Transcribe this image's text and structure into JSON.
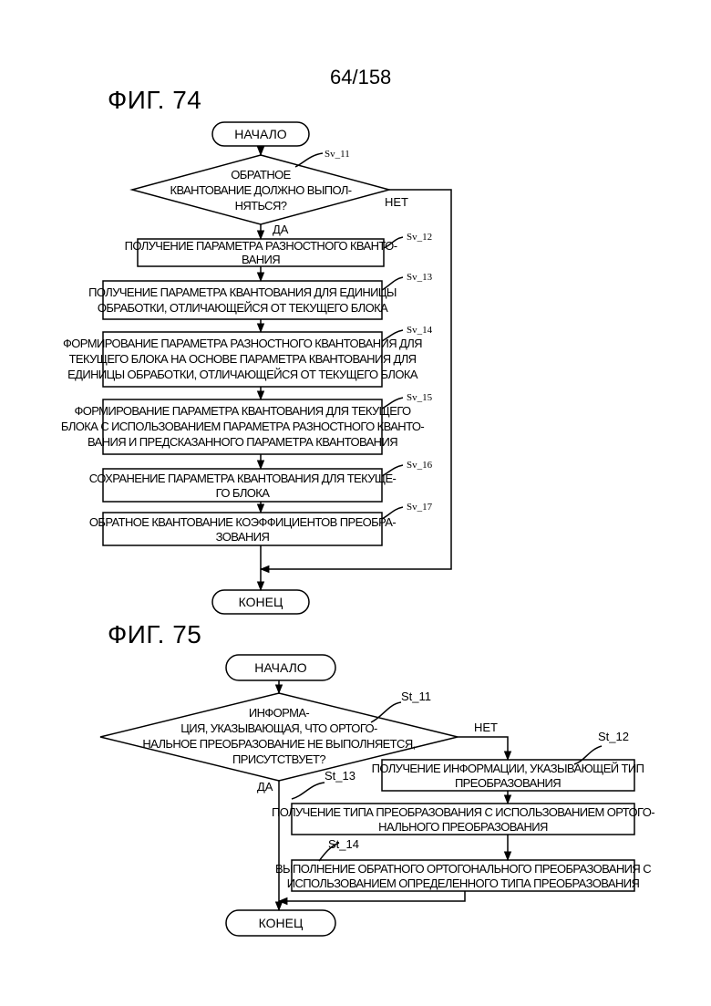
{
  "page_number": "64/158",
  "fig74": {
    "title": "ФИГ. 74",
    "start": "НАЧАЛО",
    "end": "КОНЕЦ",
    "decision": {
      "step": "Sv_11",
      "lines": [
        "ОБРАТНОЕ",
        "КВАНТОВАНИЕ ДОЛЖНО ВЫПОЛ-",
        "НЯТЬСЯ?"
      ],
      "yes": "ДА",
      "no": "НЕТ"
    },
    "steps": [
      {
        "step": "Sv_12",
        "lines": [
          "ПОЛУЧЕНИЕ ПАРАМЕТРА РАЗНОСТНОГО КВАНТО-",
          "ВАНИЯ"
        ]
      },
      {
        "step": "Sv_13",
        "lines": [
          "ПОЛУЧЕНИЕ ПАРАМЕТРА КВАНТОВАНИЯ ДЛЯ ЕДИНИЦЫ",
          "ОБРАБОТКИ, ОТЛИЧАЮЩЕЙСЯ ОТ ТЕКУЩЕГО БЛОКА"
        ]
      },
      {
        "step": "Sv_14",
        "lines": [
          "ФОРМИРОВАНИЕ ПАРАМЕТРА РАЗНОСТНОГО КВАНТОВАНИЯ ДЛЯ",
          "ТЕКУЩЕГО БЛОКА НА ОСНОВЕ ПАРАМЕТРА КВАНТОВАНИЯ ДЛЯ",
          "ЕДИНИЦЫ ОБРАБОТКИ, ОТЛИЧАЮЩЕЙСЯ ОТ ТЕКУЩЕГО БЛОКА"
        ]
      },
      {
        "step": "Sv_15",
        "lines": [
          "ФОРМИРОВАНИЕ ПАРАМЕТРА КВАНТОВАНИЯ ДЛЯ ТЕКУЩЕГО",
          "БЛОКА С ИСПОЛЬЗОВАНИЕМ ПАРАМЕТРА РАЗНОСТНОГО КВАНТО-",
          "ВАНИЯ И ПРЕДСКАЗАННОГО ПАРАМЕТРА КВАНТОВАНИЯ"
        ]
      },
      {
        "step": "Sv_16",
        "lines": [
          "СОХРАНЕНИЕ ПАРАМЕТРА КВАНТОВАНИЯ ДЛЯ ТЕКУЩЕ-",
          "ГО БЛОКА"
        ]
      },
      {
        "step": "Sv_17",
        "lines": [
          "ОБРАТНОЕ КВАНТОВАНИЕ КОЭФФИЦИЕНТОВ ПРЕОБРА-",
          "ЗОВАНИЯ"
        ]
      }
    ]
  },
  "fig75": {
    "title": "ФИГ. 75",
    "start": "НАЧАЛО",
    "end": "КОНЕЦ",
    "decision": {
      "step": "St_11",
      "lines": [
        "ИНФОРМА-",
        "ЦИЯ, УКАЗЫВАЮЩАЯ, ЧТО ОРТОГО-",
        "НАЛЬНОЕ ПРЕОБРАЗОВАНИЕ НЕ ВЫПОЛНЯЕТСЯ,",
        "ПРИСУТСТВУЕТ?"
      ],
      "yes": "ДА",
      "no": "НЕТ"
    },
    "steps": [
      {
        "step": "St_12",
        "lines": [
          "ПОЛУЧЕНИЕ ИНФОРМАЦИИ, УКАЗЫВАЮЩЕЙ ТИП",
          "ПРЕОБРАЗОВАНИЯ"
        ]
      },
      {
        "step": "St_13",
        "lines": [
          "ПОЛУЧЕНИЕ ТИПА ПРЕОБРАЗОВАНИЯ С ИСПОЛЬЗОВАНИЕМ ОРТОГО-",
          "НАЛЬНОГО ПРЕОБРАЗОВАНИЯ"
        ]
      },
      {
        "step": "St_14",
        "lines": [
          "ВЫПОЛНЕНИЕ ОБРАТНОГО ОРТОГОНАЛЬНОГО ПРЕОБРАЗОВАНИЯ С",
          "ИСПОЛЬЗОВАНИЕМ ОПРЕДЕЛЕННОГО ТИПА ПРЕОБРАЗОВАНИЯ"
        ]
      }
    ]
  }
}
